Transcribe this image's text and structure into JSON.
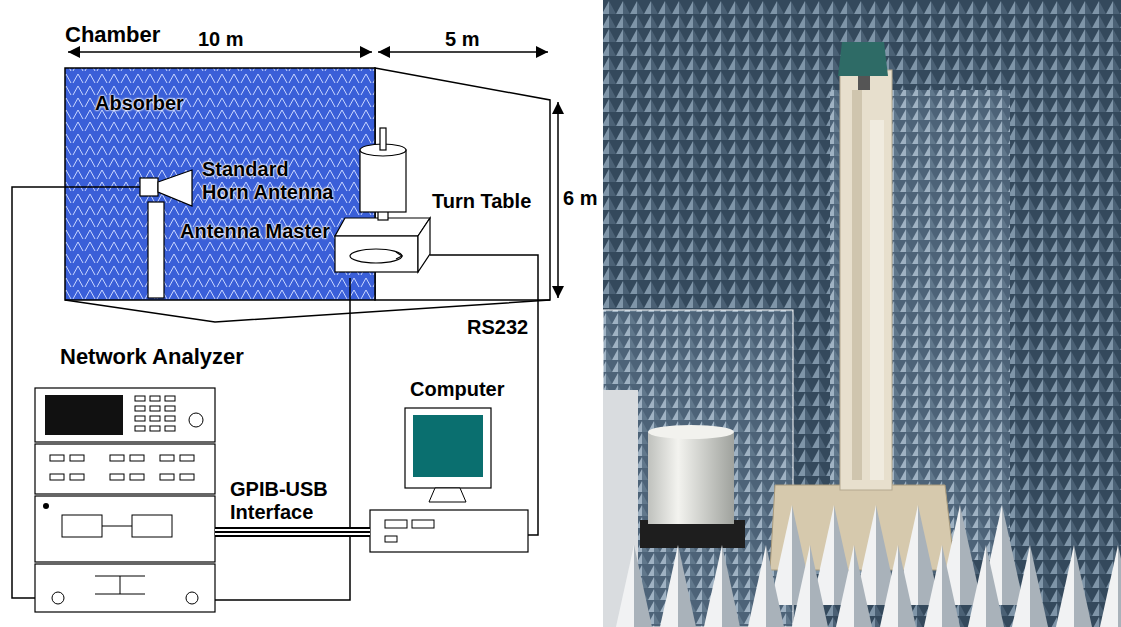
{
  "diagram": {
    "nodes": [
      {
        "text": [
          "Chamber"
        ]
      },
      {
        "text": [
          "Standard Horn Antenna",
          "Antenna Master"
        ],
        "in": 0
      },
      {
        "text": [
          "Turn Table"
        ],
        "in": 0
      },
      {
        "text": [
          "Network Analyzer"
        ]
      },
      {
        "text": [
          "Computer"
        ]
      }
    ],
    "edges": [
      {
        "from": 3,
        "to": 1,
        "arrow": "none"
      },
      {
        "from": 3,
        "to": 2,
        "arrow": "none"
      },
      {
        "from": 3,
        "to": 4,
        "label": "GPIB-USB Interface",
        "arrow": "none"
      },
      {
        "from": 4,
        "to": 2,
        "label": "RS232",
        "arrow": "none"
      }
    ],
    "labels": [
      "10 m",
      "5 m",
      "6 m",
      "Absorber"
    ]
  }
}
